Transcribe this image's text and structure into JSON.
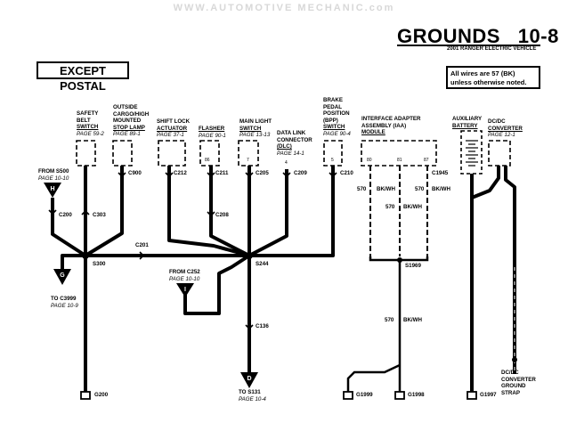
{
  "watermark": "WWW.AUTOMOTIVE MECHANIC.com",
  "header": {
    "title": "GROUNDS   10-8",
    "subtitle": "2001 RANGER ELECTRIC VEHICLE"
  },
  "except_label": "EXCEPT POSTAL",
  "note": {
    "line1": "All wires are 57 (BK)",
    "line2": "unless otherwise noted."
  },
  "components": {
    "safety_belt": {
      "l1": "SAFETY",
      "l2": "BELT",
      "l3": "SWITCH",
      "page": "PAGE 59-2"
    },
    "cargo_lamp": {
      "l1": "OUTSIDE",
      "l2": "CARGO/HIGH",
      "l3": "MOUNTED",
      "l4": "STOP LAMP",
      "page": "PAGE 89-1"
    },
    "shift_lock": {
      "l1": "SHIFT LOCK",
      "l2": "ACTUATOR",
      "page": "PAGE 37-1"
    },
    "flasher": {
      "l1": "FLASHER",
      "page": "PAGE 90-1",
      "pin": "86"
    },
    "main_light": {
      "l1": "MAIN LIGHT",
      "l2": "SWITCH",
      "page": "PAGE 13-13",
      "pin": "7"
    },
    "dlc": {
      "l1": "DATA LINK",
      "l2": "CONNECTOR",
      "l3": "(DLC)",
      "page": "PAGE 14-1",
      "pin": "4"
    },
    "bpp": {
      "l1": "BRAKE",
      "l2": "PEDAL",
      "l3": "POSITION",
      "l4": "(BPP)",
      "l5": "SWITCH",
      "page": "PAGE 90-4",
      "pin": "5"
    },
    "iaa": {
      "l1": "INTERFACE ADAPTER",
      "l2": "ASSEMBLY (IAA)",
      "l3": "MODULE",
      "pins": [
        "80",
        "81",
        "87"
      ]
    },
    "aux_battery": {
      "l1": "AUXILIARY",
      "l2": "BATTERY"
    },
    "dcdc": {
      "l1": "DC/DC",
      "l2": "CONVERTER",
      "page": "PAGE 12-1"
    }
  },
  "connectors": {
    "c900": "C900",
    "c212": "C212",
    "c211": "C211",
    "c205": "C205",
    "c209": "C209",
    "c210": "C210",
    "c1945": "C1945",
    "c200": "C200",
    "c303": "C303",
    "c208": "C208",
    "c201": "C201",
    "c136": "C136"
  },
  "splices": {
    "s300": "S300",
    "s244": "S244",
    "s1969": "S1969"
  },
  "grounds": {
    "g200": "G200",
    "g1999": "G1999",
    "g1998": "G1998",
    "g1997": "G1997"
  },
  "wires": {
    "w570": "570",
    "bkwh": "BK/WH"
  },
  "refs": {
    "from_s500": {
      "l1": "FROM S500",
      "page": "PAGE 10-10",
      "letter": "H"
    },
    "to_c3999": {
      "l1": "TO C3999",
      "page": "PAGE 10-9",
      "letter": "G"
    },
    "from_c252": {
      "l1": "FROM C252",
      "page": "PAGE 10-10",
      "letter": "I"
    },
    "to_s131": {
      "l1": "TO S131",
      "page": "PAGE 10-4",
      "letter": "D"
    },
    "strap": {
      "l1": "DC/DC",
      "l2": "CONVERTER",
      "l3": "GROUND",
      "l4": "STRAP"
    }
  }
}
